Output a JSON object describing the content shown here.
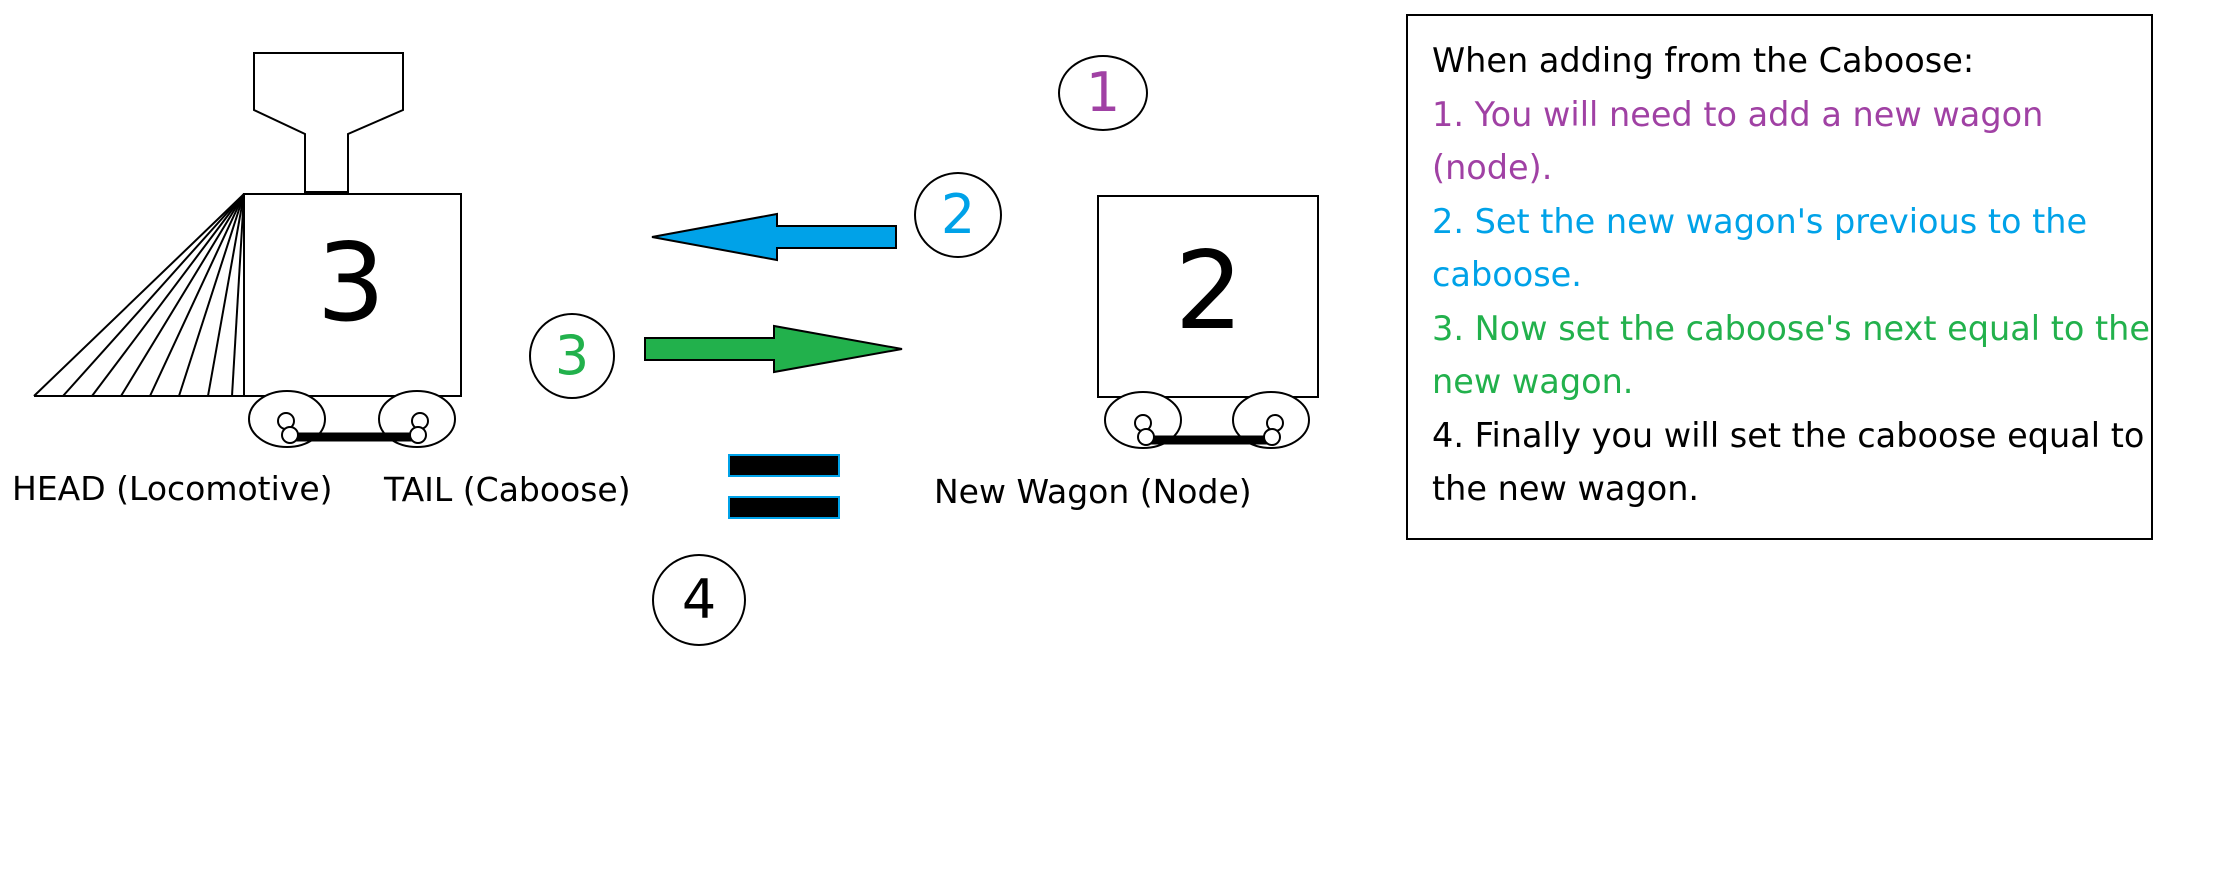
{
  "locomotive": {
    "number": "3",
    "head_label": "HEAD (Locomotive)",
    "tail_label": "TAIL (Caboose)"
  },
  "new_wagon": {
    "number": "2",
    "label": "New Wagon (Node)"
  },
  "steps": [
    {
      "number": "1",
      "color": "#a041a4"
    },
    {
      "number": "2",
      "color": "#00a2e8"
    },
    {
      "number": "3",
      "color": "#22b14c"
    },
    {
      "number": "4",
      "color": "#000000"
    }
  ],
  "arrows": {
    "previous_color": "#00a2e8",
    "next_color": "#22b14c"
  },
  "equals_color": "#000000",
  "equals_border_color": "#00a2e8",
  "info": {
    "heading": "When adding from the Caboose:",
    "lines": [
      {
        "text": "1. You will need to add a new wagon (node).",
        "color": "#a041a4"
      },
      {
        "text": "2. Set the new wagon's previous to the caboose.",
        "color": "#00a2e8"
      },
      {
        "text": "3. Now set the caboose's next equal to the new wagon.",
        "color": "#22b14c"
      },
      {
        "text": "4. Finally you will set the caboose equal to the new wagon.",
        "color": "#000000"
      }
    ]
  }
}
